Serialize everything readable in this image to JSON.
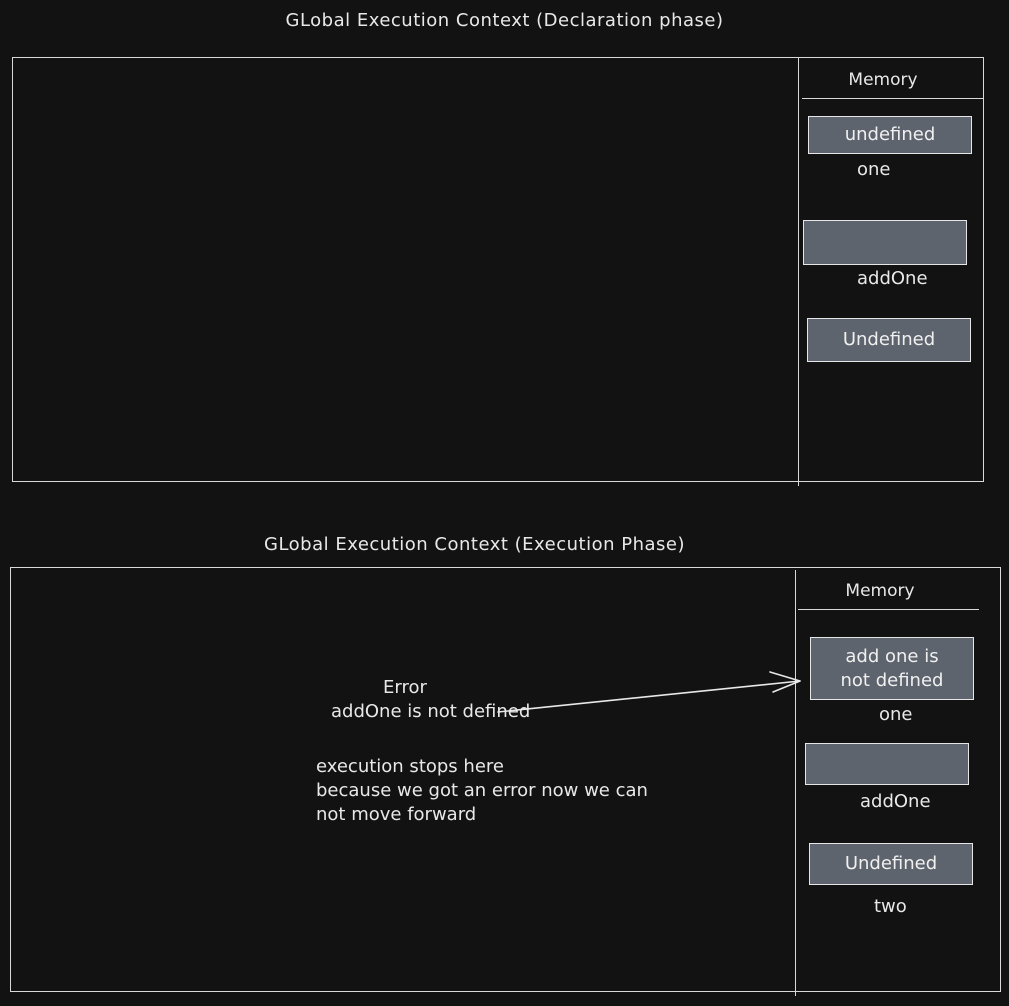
{
  "declaration": {
    "title": "GLobal Execution Context (Declaration phase)",
    "memory_label": "Memory",
    "slots": [
      {
        "value": "undefined",
        "name": "one"
      },
      {
        "value": "",
        "name": "addOne"
      },
      {
        "value": "Undefined",
        "name": ""
      }
    ]
  },
  "execution": {
    "title": "GLobal Execution Context (Execution Phase)",
    "memory_label": "Memory",
    "slots": [
      {
        "value_line1": "add one is",
        "value_line2": "not defined",
        "name": "one"
      },
      {
        "value": "",
        "name": "addOne"
      },
      {
        "value": "Undefined",
        "name": "two"
      }
    ],
    "error_title": "Error",
    "error_message": "addOne is not defined",
    "note_lines": [
      "execution stops here",
      "because we got an error now we can",
      "not move forward"
    ]
  },
  "colors": {
    "background": "#121212",
    "stroke": "#d9d9d9",
    "box_fill": "#5d646d",
    "text": "#e8e8e8"
  }
}
